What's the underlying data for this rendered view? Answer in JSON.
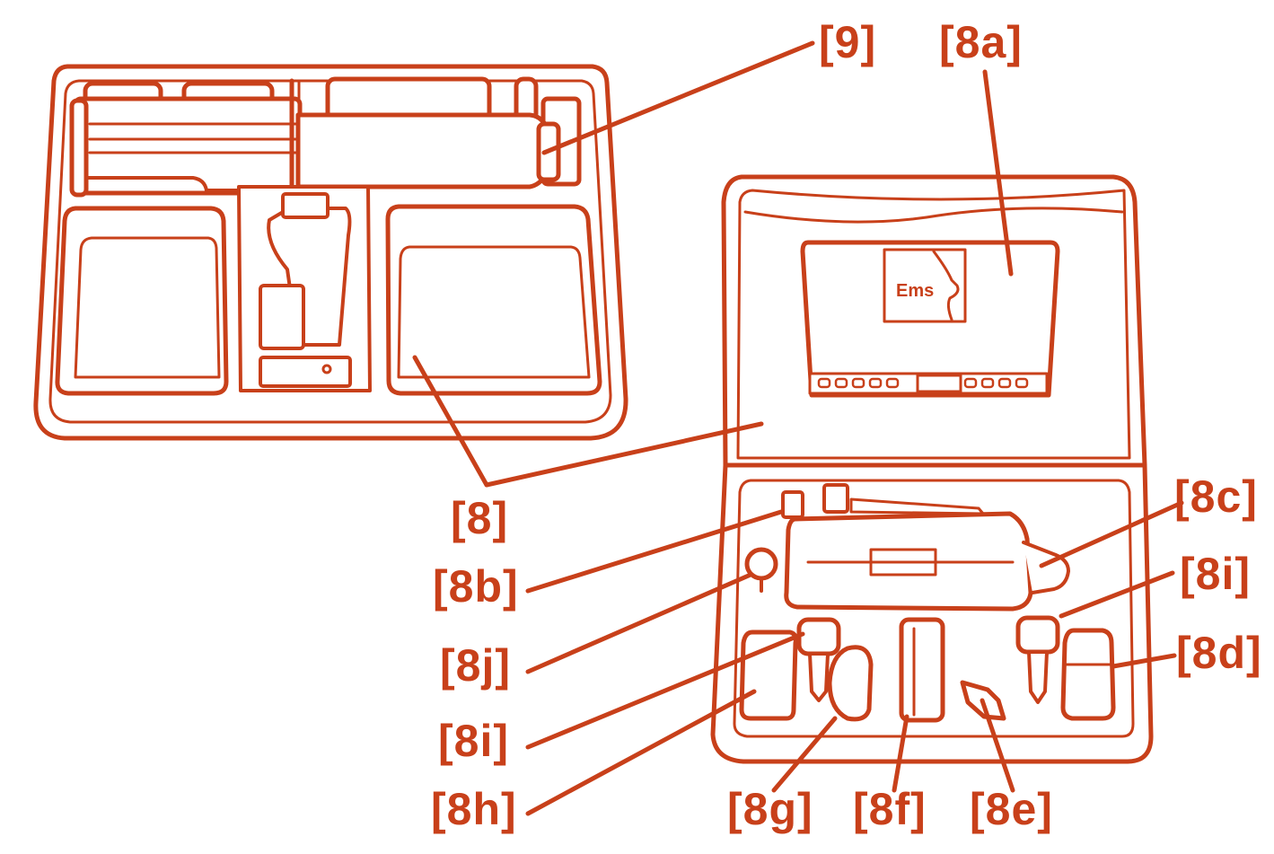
{
  "colors": {
    "line": "#c8401a",
    "fill": "#ffffff"
  },
  "brand_text": "Ems",
  "labels": {
    "l9": "[9]",
    "l8a": "[8a]",
    "l8": "[8]",
    "l8b": "[8b]",
    "l8c": "[8c]",
    "l8i_right": "[8i]",
    "l8d": "[8d]",
    "l8j": "[8j]",
    "l8i_left": "[8i]",
    "l8h": "[8h]",
    "l8g": "[8g]",
    "l8f": "[8f]",
    "l8e": "[8e]"
  }
}
